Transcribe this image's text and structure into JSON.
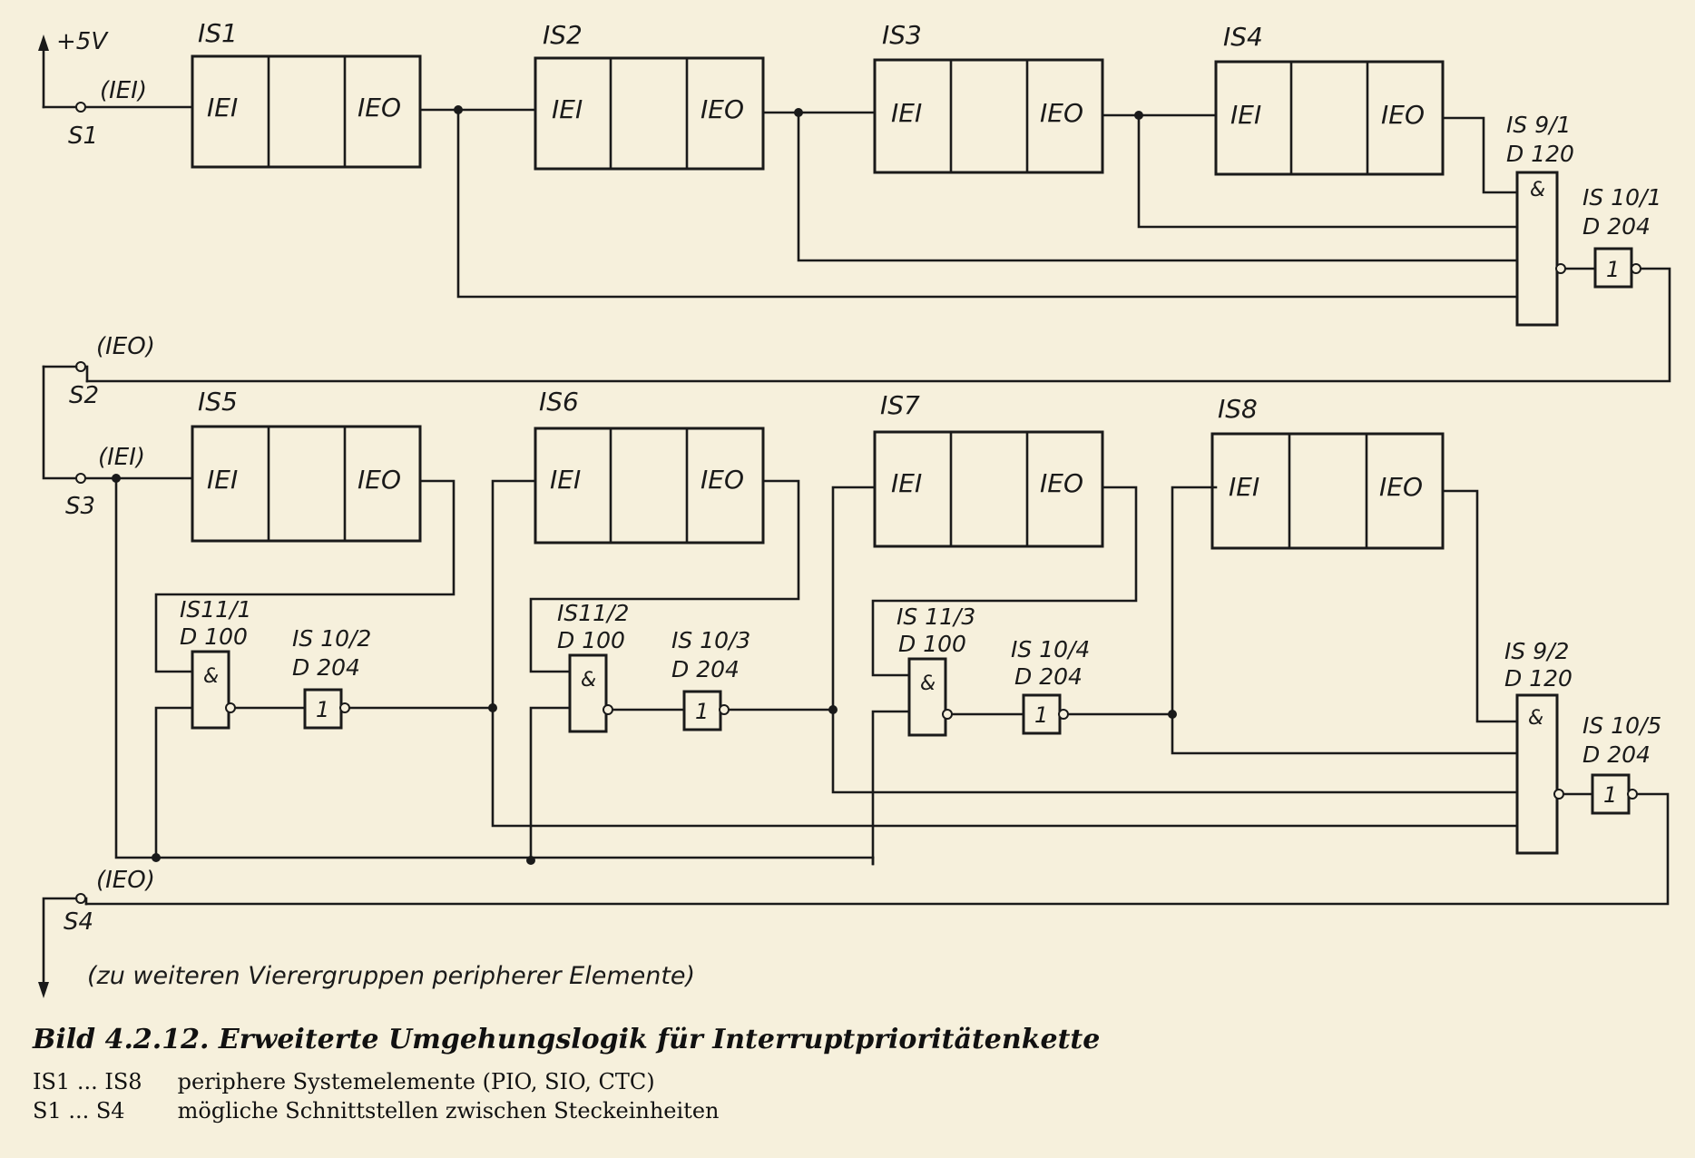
{
  "diagram": {
    "supply": "+5V",
    "signal_iei": "(IEI)",
    "signal_ieo": "(IEO)",
    "sockets": [
      "S1",
      "S2",
      "S3",
      "S4"
    ],
    "modules": [
      {
        "name": "IS1",
        "in": "IEI",
        "out": "IEO"
      },
      {
        "name": "IS2",
        "in": "IEI",
        "out": "IEO"
      },
      {
        "name": "IS3",
        "in": "IEI",
        "out": "IEO"
      },
      {
        "name": "IS4",
        "in": "IEI",
        "out": "IEO"
      },
      {
        "name": "IS5",
        "in": "IEI",
        "out": "IEO"
      },
      {
        "name": "IS6",
        "in": "IEI",
        "out": "IEO"
      },
      {
        "name": "IS7",
        "in": "IEI",
        "out": "IEO"
      },
      {
        "name": "IS8",
        "in": "IEI",
        "out": "IEO"
      }
    ],
    "gates": [
      {
        "id": "IS 9/1",
        "type": "D 120",
        "symbol": "&"
      },
      {
        "id": "IS 10/1",
        "type": "D 204",
        "symbol": "1"
      },
      {
        "id": "IS11/1",
        "type": "D 100",
        "symbol": "&"
      },
      {
        "id": "IS 10/2",
        "type": "D 204",
        "symbol": "1"
      },
      {
        "id": "IS11/2",
        "type": "D 100",
        "symbol": "&"
      },
      {
        "id": "IS 10/3",
        "type": "D 204",
        "symbol": "1"
      },
      {
        "id": "IS 11/3",
        "type": "D 100",
        "symbol": "&"
      },
      {
        "id": "IS 10/4",
        "type": "D 204",
        "symbol": "1"
      },
      {
        "id": "IS 9/2",
        "type": "D 120",
        "symbol": "&"
      },
      {
        "id": "IS 10/5",
        "type": "D 204",
        "symbol": "1"
      }
    ],
    "note": "(zu weiteren Vierergruppen peripherer Elemente)"
  },
  "caption": {
    "title": "Bild 4.2.12. Erweiterte Umgehungslogik für Interruptprioritätenkette",
    "legend": [
      {
        "key": "IS1 ... IS8",
        "text": "periphere Systemelemente (PIO, SIO, CTC)"
      },
      {
        "key": "S1 ... S4",
        "text": "mögliche Schnittstellen zwischen Steckeinheiten"
      }
    ]
  }
}
